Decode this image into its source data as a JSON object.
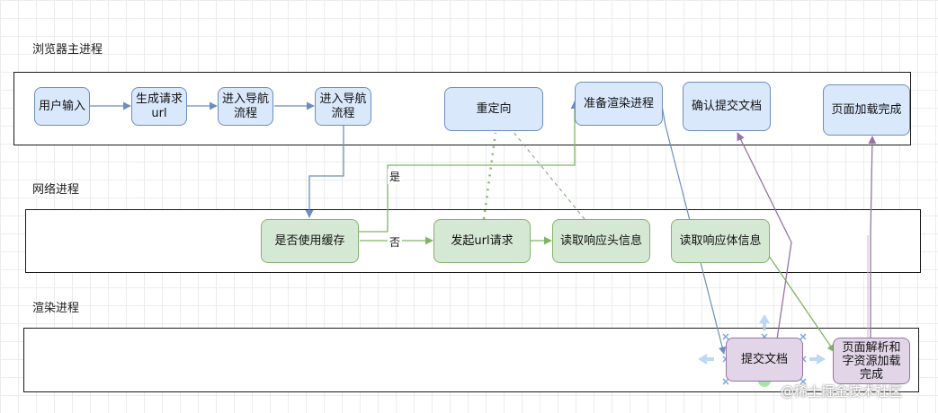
{
  "lanes": {
    "browser": "浏览器主进程",
    "network": "网络进程",
    "render": "渲染进程"
  },
  "nodes": {
    "user_input": "用户输入",
    "gen_url": "生成请求\nurl",
    "nav1": "进入导航\n流程",
    "nav2": "进入导航\n流程",
    "redirect": "重定向",
    "prepare_render": "准备渲染进程",
    "confirm_submit": "确认提交文档",
    "page_done": "页面加载完成",
    "use_cache": "是否使用缓存",
    "send_request": "发起url请求",
    "read_header": "读取响应头信息",
    "read_body": "读取响应体信息",
    "submit_doc": "提交文档",
    "parse_done": "页面解析和\n字资源加载\n完成"
  },
  "edge_labels": {
    "yes": "是",
    "no": "否"
  },
  "colors": {
    "blue_fill": "#dae8fc",
    "blue_stroke": "#6c8ebf",
    "green_fill": "#d5e8d4",
    "green_stroke": "#82b366",
    "purple_fill": "#e1d5e7",
    "purple_stroke": "#9673a6"
  },
  "watermark": "@稀土掘金技术社区"
}
